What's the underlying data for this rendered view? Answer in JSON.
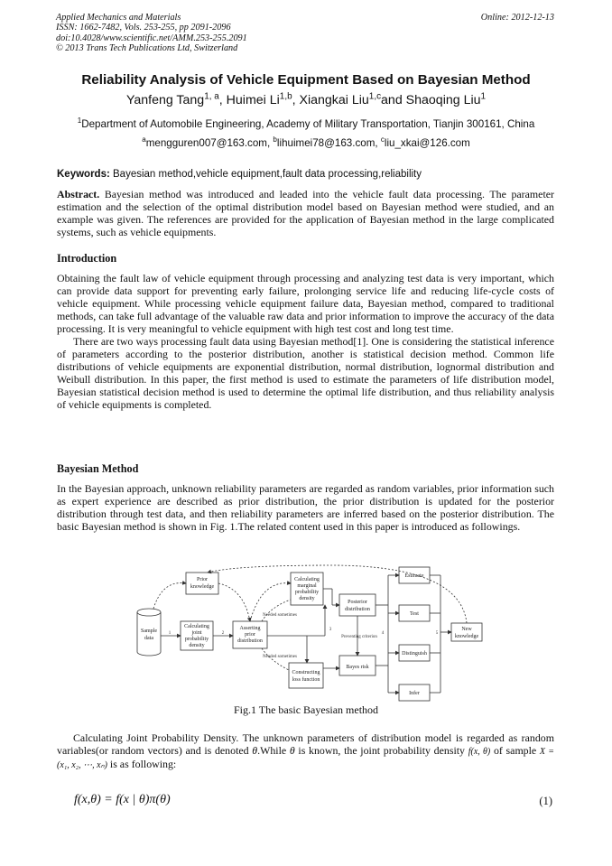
{
  "header": {
    "journal": "Applied Mechanics and Materials",
    "issn": "ISSN: 1662-7482, Vols. 253-255, pp 2091-2096",
    "doi": "doi:10.4028/www.scientific.net/AMM.253-255.2091",
    "copyright": "© 2013 Trans Tech Publications Ltd, Switzerland",
    "online": "Online: 2012-12-13"
  },
  "title": "Reliability Analysis of Vehicle Equipment Based on Bayesian Method",
  "authors": [
    {
      "name": "Yanfeng Tang",
      "sup": "1, a"
    },
    {
      "name": "Huimei Li",
      "sup": "1,b"
    },
    {
      "name": "Xiangkai Liu",
      "sup": "1,c"
    },
    {
      "name": "Shaoqing Liu",
      "sup": "1"
    }
  ],
  "affiliation": {
    "sup": "1",
    "text": "Department of Automobile Engineering, Academy of Military Transportation, Tianjin 300161, China"
  },
  "emails": [
    {
      "sup": "a",
      "text": "mengguren007@163.com"
    },
    {
      "sup": "b",
      "text": "lihuimei78@163.com"
    },
    {
      "sup": "c",
      "text": "liu_xkai@126.com"
    }
  ],
  "keywords": {
    "label": "Keywords:",
    "text": "Bayesian method,vehicle equipment,fault data processing,reliability"
  },
  "abstract": {
    "label": "Abstract.",
    "text": "Bayesian method was introduced and leaded into the vehicle fault data processing. The parameter estimation and the selection of the optimal distribution model based on Bayesian method were studied, and an example was given. The references are provided for the application of Bayesian method in the large complicated systems, such as vehicle equipments."
  },
  "sections": {
    "intro_heading": "Introduction",
    "intro_p1": "Obtaining the fault law of vehicle equipment through processing and analyzing test data is very important, which can provide data support for preventing early failure, prolonging service life and reducing life-cycle costs of vehicle equipment. While processing vehicle equipment failure data, Bayesian method, compared to traditional methods, can take full advantage of the valuable raw data and prior information to improve the accuracy of the data processing. It is very meaningful to vehicle equipment with high test cost and long test time.",
    "intro_p2": "There are two ways processing fault data using Bayesian method[1]. One is considering the statistical inference of parameters according to the posterior distribution, another is statistical decision method. Common life distributions of vehicle equipments are exponential distribution, normal distribution, lognormal distribution and Weibull distribution. In this paper, the first method is used to estimate the parameters of life distribution model, Bayesian statistical decision method is used to determine the optimal life distribution, and thus reliability analysis of vehicle equipments is completed.",
    "bayes_heading": "Bayesian Method",
    "bayes_p1": "In the Bayesian approach, unknown reliability parameters are regarded as random variables, prior information such as expert experience are described as prior distribution, the prior distribution is updated for the posterior distribution through test data, and then reliability parameters are inferred based on the posterior distribution. The basic Bayesian method is shown in Fig. 1.The related content used in this paper is introduced as followings.",
    "joint_p_a": "Calculating Joint Probability Density. The unknown parameters of distribution model is regarded as random variables(or random vectors) and is denoted",
    "joint_p_b": ".While",
    "joint_p_c": "is known, the joint probability density",
    "joint_p_d": "of sample",
    "joint_p_e": "is as following:",
    "theta": "θ",
    "fx_theta": "f(x, θ)",
    "sample_vec": "X = (x₁, x₂, ⋯, xₙ)"
  },
  "figure": {
    "caption": "Fig.1   The basic Bayesian method",
    "nodes": {
      "prior_knowledge": [
        "Prior",
        "knowledge"
      ],
      "sample_data": [
        "Sample",
        "data"
      ],
      "joint_prob": [
        "Calculating",
        "joint",
        "probability",
        "density"
      ],
      "asserting_prior": [
        "Asserting",
        "prior",
        "distribution"
      ],
      "marginal_prob": [
        "Calculating",
        "marginal",
        "probability",
        "density"
      ],
      "posterior": [
        "Posterior",
        "distribution"
      ],
      "constructing_loss": [
        "Constructing",
        "loss function"
      ],
      "bayes_risk": [
        "Bayes  risk"
      ],
      "estimate": "Estimate",
      "test": "Test",
      "distinguish": "Distinguish",
      "infer": "Infer",
      "new_knowledge": [
        "New",
        "knowledge"
      ]
    },
    "edge_labels": {
      "n1": "1",
      "n2": "2",
      "n3": "3",
      "n4": "4",
      "n5": "5",
      "needed1": "Needed sometimes",
      "needed2": "Needed sometimes",
      "preventing": "Preventing  criterion"
    }
  },
  "equation": {
    "text": "f(x,θ) = f(x | θ)π(θ)",
    "number": "(1)"
  }
}
